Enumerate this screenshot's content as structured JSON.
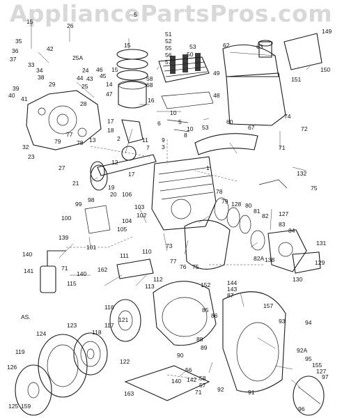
{
  "watermark": "AppliancePartsPros.com",
  "section_label": "AS.",
  "labels": {
    "l1": "1",
    "l2": "2",
    "l3": "3",
    "l5": "5",
    "l6": "6",
    "l7": "7",
    "l8": "8",
    "l9": "9",
    "l10": "10",
    "l11": "11",
    "l12": "12",
    "l13": "13",
    "l14": "14",
    "l15": "15",
    "l16": "16",
    "l17": "17",
    "l18": "18",
    "l19": "19",
    "l20": "20",
    "l21": "21",
    "l23": "23",
    "l24": "24",
    "l25": "25",
    "l25A": "25A",
    "l26": "26",
    "l27": "27",
    "l28": "28",
    "l29": "29",
    "l32": "32",
    "l33": "33",
    "l34": "34",
    "l35": "35",
    "l36": "36",
    "l37": "37",
    "l38": "38",
    "l39": "39",
    "l40": "40",
    "l41": "41",
    "l42": "42",
    "l43": "43",
    "l44": "44",
    "l45": "45",
    "l46": "46",
    "l47": "47",
    "l48": "48",
    "l49": "49",
    "l50": "50",
    "l51": "51",
    "l52": "52",
    "l53": "53",
    "l54": "54",
    "l55": "55",
    "l56": "56",
    "l57": "57",
    "l58": "58",
    "l60": "60",
    "l62": "62",
    "l63": "63",
    "l67": "67",
    "l68": "68",
    "l71": "71",
    "l72": "72",
    "l73": "73",
    "l74": "74",
    "l75": "75",
    "l76": "76",
    "l77": "77",
    "l78": "78",
    "l79": "79",
    "l80": "80",
    "l81": "81",
    "l82": "82",
    "l82A": "82A",
    "l83": "83",
    "l84": "84",
    "l85": "85",
    "l86": "86",
    "l87": "87",
    "l88": "88",
    "l89": "89",
    "l90": "90",
    "l91": "91",
    "l92": "92",
    "l92A": "92A",
    "l93": "93",
    "l94": "94",
    "l95": "95",
    "l96": "96",
    "l97": "97",
    "l98": "98",
    "l99": "99",
    "l100": "100",
    "l101": "101",
    "l102": "102",
    "l103": "103",
    "l104": "104",
    "l105": "105",
    "l106": "106",
    "l110": "110",
    "l111": "111",
    "l112": "112",
    "l113": "113",
    "l115": "115",
    "l116": "116",
    "l117": "117",
    "l118": "118",
    "l119": "119",
    "l121": "121",
    "l122": "122",
    "l123": "123",
    "l124": "124",
    "l125": "125",
    "l126": "126",
    "l127": "127",
    "l128": "128",
    "l129": "129",
    "l130": "130",
    "l131": "131",
    "l132": "132",
    "l138": "138",
    "l139": "139",
    "l140": "140",
    "l141": "141",
    "l142": "142",
    "l143": "143",
    "l144": "144",
    "l149": "149",
    "l150": "150",
    "l151": "151",
    "l152": "152",
    "l155": "155",
    "l157": "157",
    "l159": "159",
    "l162": "162",
    "l163": "163"
  }
}
